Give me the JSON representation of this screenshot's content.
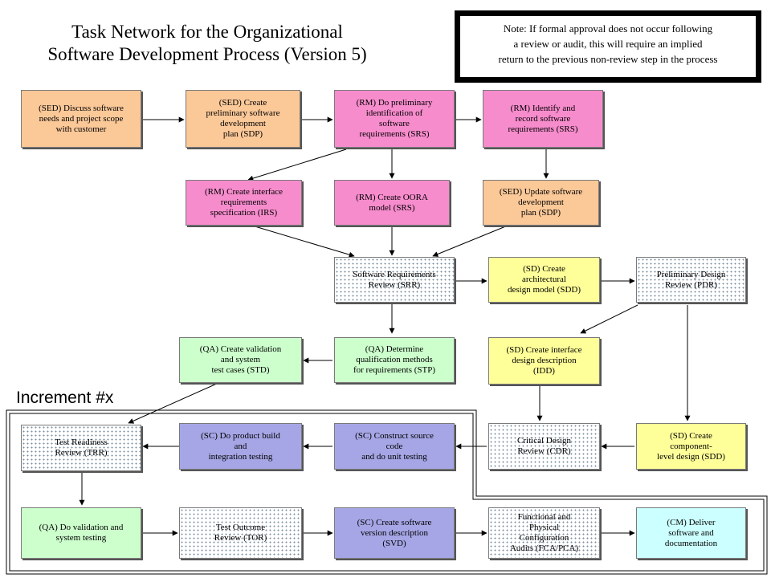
{
  "title": {
    "line1": "Task Network for the Organizational",
    "line2": "Software Development Process (Version 5)"
  },
  "note": {
    "lines": [
      "Note: If formal approval does not  occur  following",
      "a  review or audit, this will  require  an implied",
      "return to the previous non-review step in  the process"
    ]
  },
  "increment_label": "Increment #x",
  "boxes": {
    "b1": [
      "(SED) Discuss software",
      "needs and project scope",
      "with customer"
    ],
    "b2": [
      "(SED) Create",
      "preliminary software",
      "development",
      "plan (SDP)"
    ],
    "b3": [
      "(RM) Do preliminary",
      "identification of",
      "software",
      "requirements (SRS)"
    ],
    "b4": [
      "(RM) Identify and",
      "record software",
      "requirements (SRS)"
    ],
    "b5": [
      "(RM) Create interface",
      "requirements",
      "specification (IRS)"
    ],
    "b6": [
      "(RM) Create OORA",
      "model (SRS)"
    ],
    "b7": [
      "(SED) Update software",
      "development",
      "plan (SDP)"
    ],
    "b8": [
      "Software Requirements",
      "Review (SRR)"
    ],
    "b9": [
      "(SD) Create",
      "architectural",
      "design model (SDD)"
    ],
    "b10": [
      "Preliminary Design",
      "Review (PDR)"
    ],
    "b11": [
      "(QA) Create validation",
      "and system",
      "test cases (STD)"
    ],
    "b12": [
      "(QA) Determine",
      "qualification methods",
      "for requirements (STP)"
    ],
    "b13": [
      "(SD) Create interface",
      "design description",
      "(IDD)"
    ],
    "b14": [
      "Test Readiness",
      "Review (TRR)"
    ],
    "b15": [
      "(SC) Do product build",
      "and",
      "integration testing"
    ],
    "b16": [
      "(SC) Construct source",
      "code",
      "and do unit testing"
    ],
    "b17": [
      "Critical Design",
      "Review (CDR)"
    ],
    "b18": [
      "(SD) Create",
      "component-",
      "level design (SDD)"
    ],
    "b19": [
      "(QA) Do validation and",
      "system testing"
    ],
    "b20": [
      "Test Outcome",
      "Review (TOR)"
    ],
    "b21": [
      "(SC) Create software",
      "version description",
      "(SVD)"
    ],
    "b22": [
      "Functional and",
      "Physical",
      "Configuration",
      "Audits (FCA/PCA)"
    ],
    "b23": [
      "(CM) Deliver",
      "software and",
      "documentation"
    ]
  },
  "colors": {
    "orange": "#fbc898",
    "pink": "#f78ccd",
    "yellow": "#ffff99",
    "green": "#ccffcc",
    "blue": "#a6a6e6",
    "cyan": "#ccffff"
  }
}
